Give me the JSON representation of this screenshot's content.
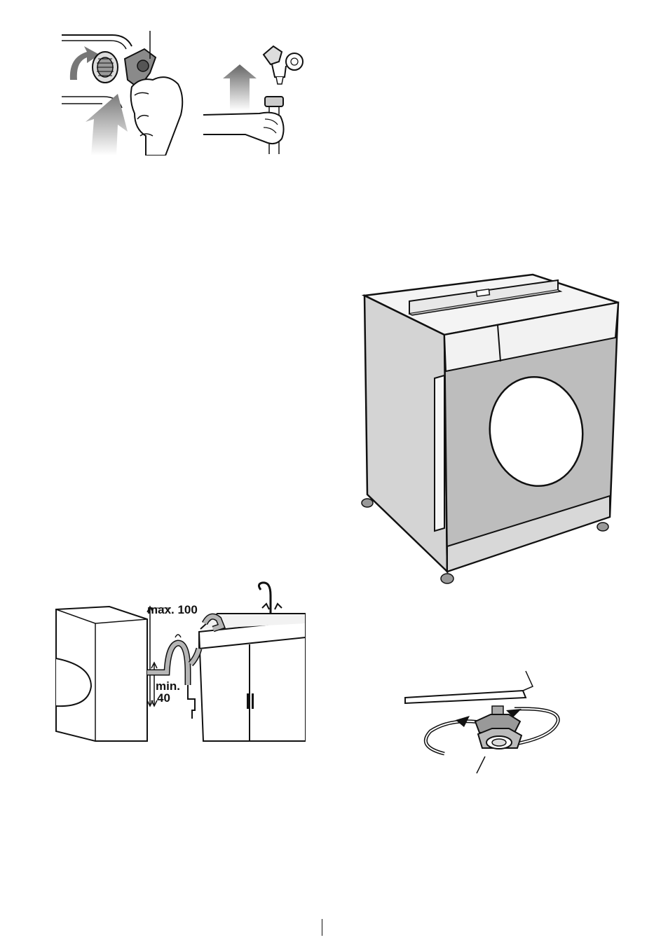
{
  "illustrations": {
    "hose_connection": {
      "icon": "hose-connect-illustration"
    },
    "tap_connection": {
      "icon": "tap-connect-illustration"
    },
    "levelling_machine": {
      "icon": "washing-machine-level-illustration"
    },
    "drain_hose": {
      "icon": "drain-hose-illustration",
      "max_label": "max. 100",
      "min_label_line1": "min.",
      "min_label_line2": "40"
    },
    "adjustable_foot": {
      "icon": "adjustable-foot-illustration"
    }
  },
  "colors": {
    "ink": "#111111",
    "arrow_gray": "#8a8a8a",
    "panel_gray": "#cfcfcf",
    "hose_gray": "#b5b5b5"
  }
}
